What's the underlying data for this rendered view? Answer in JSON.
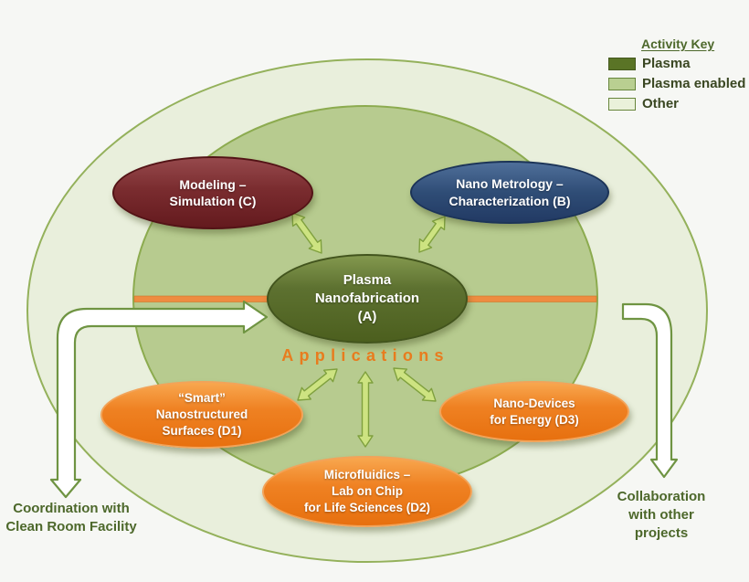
{
  "legend": {
    "title": "Activity Key",
    "items": [
      {
        "label": "Plasma",
        "color": "#5a7426"
      },
      {
        "label": "Plasma enabled",
        "color": "#b9cf91"
      },
      {
        "label": "Other",
        "color": "#eaf1da"
      }
    ]
  },
  "nodes": {
    "a": {
      "label": "Plasma\nNanofabrication\n(A)",
      "color": "#5d7130"
    },
    "b": {
      "label": "Nano Metrology –\nCharacterization (B)",
      "color": "#2f4d76"
    },
    "c": {
      "label": "Modeling –\nSimulation (C)",
      "color": "#7a2c2f"
    },
    "d1": {
      "label": "“Smart”\nNanostructured\nSurfaces (D1)",
      "color": "#ef8122"
    },
    "d2": {
      "label": "Microfluidics –\nLab on Chip\nfor Life Sciences (D2)",
      "color": "#ef8122"
    },
    "d3": {
      "label": "Nano-Devices\nfor Energy (D3)",
      "color": "#ef8122"
    }
  },
  "labels": {
    "applications": "Applications",
    "caption_left": "Coordination with\nClean Room Facility",
    "caption_right": "Collaboration\nwith other\nprojects"
  },
  "colors": {
    "applications_accent": "#e87c1e",
    "axis_line": "#ee8c41",
    "outer_ring_fill": "#e9efdc",
    "inner_ring_fill": "#b7cb8f",
    "ring_border": "#8cab4f",
    "connector_fill": "#cde381",
    "connector_stroke": "#7fa03e",
    "caption_text": "#4d682b"
  }
}
